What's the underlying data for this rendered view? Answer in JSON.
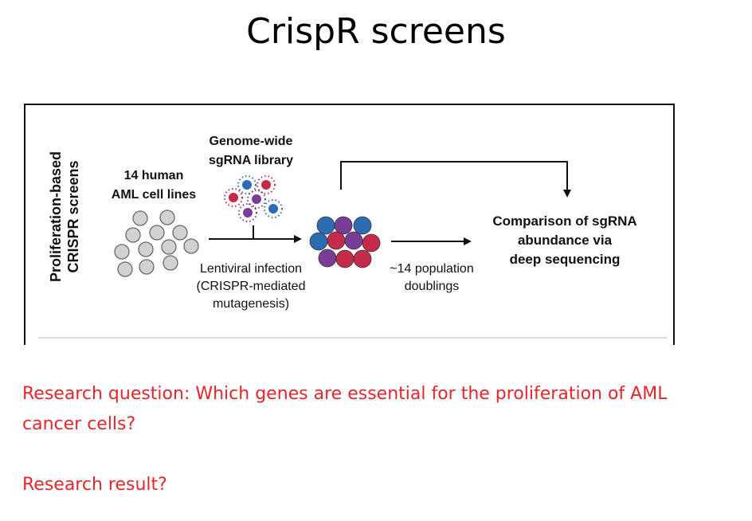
{
  "slide": {
    "title": "CrispR screens",
    "question": "Research question: Which genes are essential for the proliferation of AML cancer cells?",
    "result": "Research result?"
  },
  "diagram": {
    "side_label_line1": "Proliferation-based",
    "side_label_line2": "CRISPR screens",
    "cells_label_line1": "14 human",
    "cells_label_line2": "AML cell lines",
    "library_label_line1": "Genome-wide",
    "library_label_line2": "sgRNA library",
    "infection_label_line1": "Lentiviral infection",
    "infection_label_line2": "(CRISPR-mediated",
    "infection_label_line3": "mutagenesis)",
    "doublings_label_line1": "~14 population",
    "doublings_label_line2": "doublings",
    "result_label_line1": "Comparison of sgRNA",
    "result_label_line2": "abundance via",
    "result_label_line3": "deep sequencing"
  },
  "colors": {
    "blue_cell": "#2b6cb3",
    "red_cell": "#c42a4a",
    "purple_cell": "#7a3d97",
    "grey_cell": "#d2d2d2",
    "red_text": "#e8252b"
  }
}
